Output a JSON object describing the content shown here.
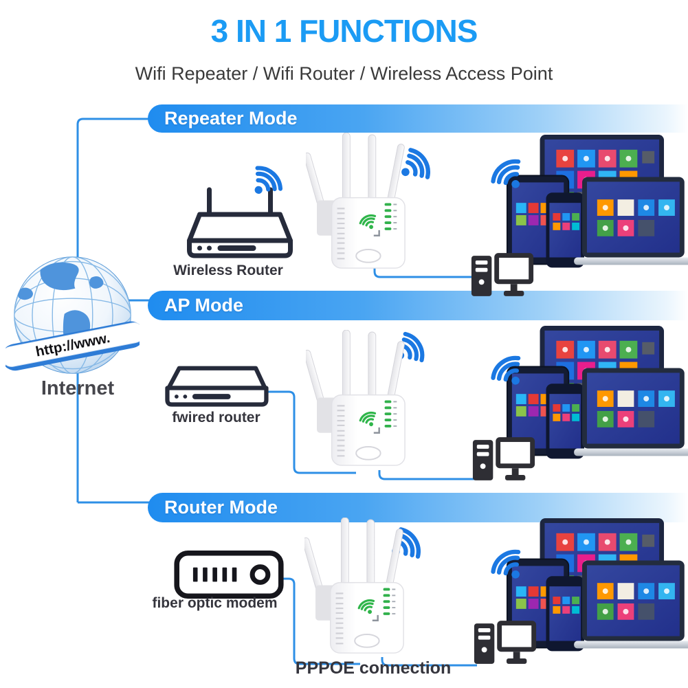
{
  "header": {
    "title": "3 IN 1 FUNCTIONS",
    "subtitle": "Wifi Repeater / Wifi Router / Wireless Access Point"
  },
  "internet": {
    "ribbon_text": "http://www.",
    "label": "Internet"
  },
  "sections": {
    "repeater": {
      "label": "Repeater Mode",
      "source_device": "Wireless Router"
    },
    "ap": {
      "label": "AP Mode",
      "source_device": "fwired router"
    },
    "router": {
      "label": "Router Mode",
      "source_device": "fiber optic modem",
      "connection_label": "PPPOE connection"
    }
  },
  "icons": {
    "globe": "internet-globe-icon",
    "wifi": "wifi-signal-icon",
    "repeater": "wifi-repeater-device",
    "desktop": "desktop-pc-icon",
    "devices": "client-devices-cluster"
  },
  "colors": {
    "title_blue": "#1b9bf4",
    "bar_blue": "#1f8cef",
    "line_blue": "#2e8fe6",
    "wifi_blue": "#1b78e2",
    "led_green": "#32b14c",
    "text_dark": "#35353d"
  }
}
